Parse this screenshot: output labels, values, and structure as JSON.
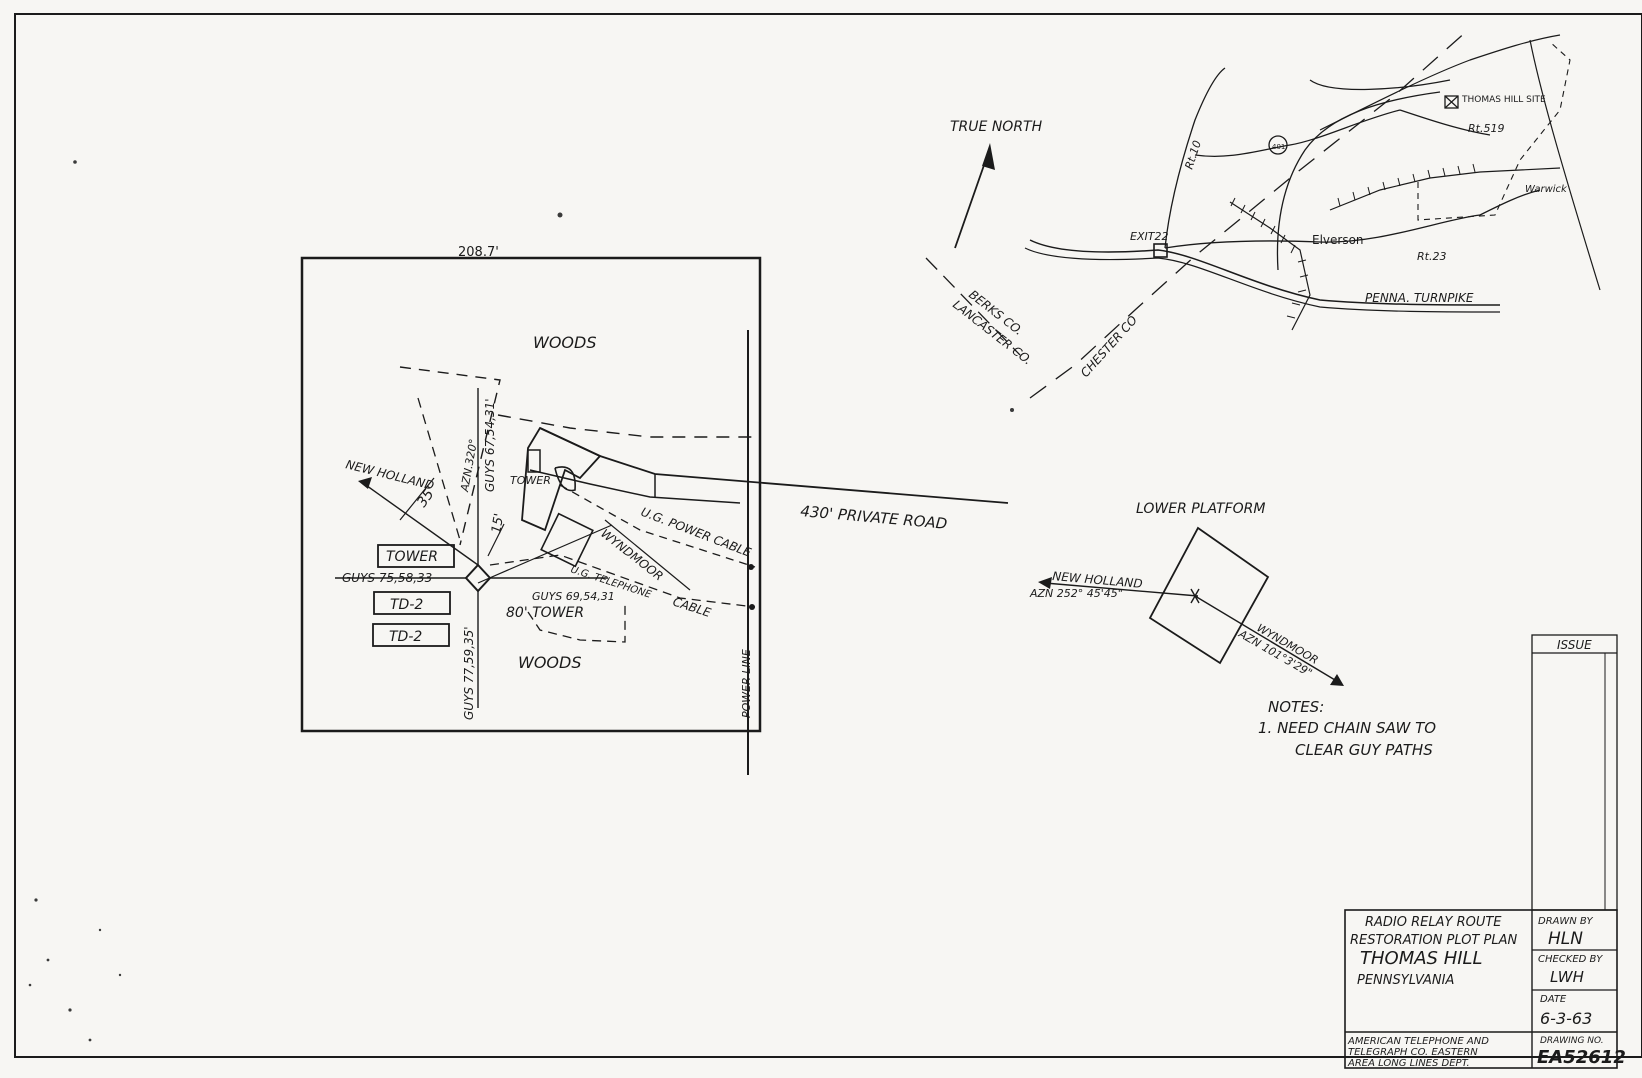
{
  "plot_plan": {
    "dimension_top": "208.7'",
    "woods_north": "WOODS",
    "woods_south": "WOODS",
    "tower_label": "TOWER",
    "tower_height": "80' TOWER",
    "new_holland": "NEW HOLLAND",
    "azn_tick": "AZN.320°",
    "guys_upper": "GUYS 67,54,31'",
    "dim_35": "35'",
    "dim_15": "15'",
    "guys_left": "GUYS 75,58,33",
    "guys_right": "GUYS 69,54,31",
    "guys_bottom": "GUYS 77,59,35'",
    "private_road": "430' PRIVATE ROAD",
    "ug_power": "U.G. POWER CABLE",
    "wyndmoor": "WYNDMOOR",
    "ug_telephone": "U.G. TELEPHONE",
    "cable": "CABLE",
    "power_line": "POWER LINE",
    "boxes": [
      "TOWER",
      "TD-2",
      "TD-2"
    ]
  },
  "north_arrow": {
    "label": "TRUE NORTH"
  },
  "location_map": {
    "thomas_hill_site": "THOMAS HILL SITE",
    "rt_10": "Rt.10",
    "rt_23": "Rt.23",
    "rt_401": "401",
    "rt_519": "Rt.519",
    "exit_22": "EXIT22",
    "elverson": "Elverson",
    "warwick": "Warwick",
    "turnpike": "PENNA. TURNPIKE",
    "berks": "BERKS CO.",
    "lancaster": "LANCASTER CO.",
    "chester": "CHESTER CO"
  },
  "lower_platform": {
    "title": "LOWER PLATFORM",
    "new_holland": "NEW HOLLAND",
    "new_holland_azn": "AZN 252° 45'45\"",
    "wyndmoor": "WYNDMOOR",
    "wyndmoor_azn": "AZN 101°3'29\""
  },
  "notes": {
    "heading": "NOTES:",
    "line1": "1. NEED CHAIN SAW TO",
    "line2": "CLEAR GUY PATHS"
  },
  "title_block": {
    "issue_label": "ISSUE",
    "title_line1": "RADIO RELAY ROUTE",
    "title_line2": "RESTORATION PLOT PLAN",
    "title_line3": "THOMAS HILL",
    "title_line4": "PENNSYLVANIA",
    "drawn_label": "DRAWN BY",
    "drawn_value": "HLN",
    "checked_label": "CHECKED BY",
    "checked_value": "LWH",
    "date_label": "DATE",
    "date_value": "6-3-63",
    "company_line1": "AMERICAN TELEPHONE AND",
    "company_line2": "TELEGRAPH CO. EASTERN",
    "company_line3": "AREA LONG LINES DEPT.",
    "drawing_no_label": "DRAWING NO.",
    "drawing_no_value": "EA52612"
  }
}
